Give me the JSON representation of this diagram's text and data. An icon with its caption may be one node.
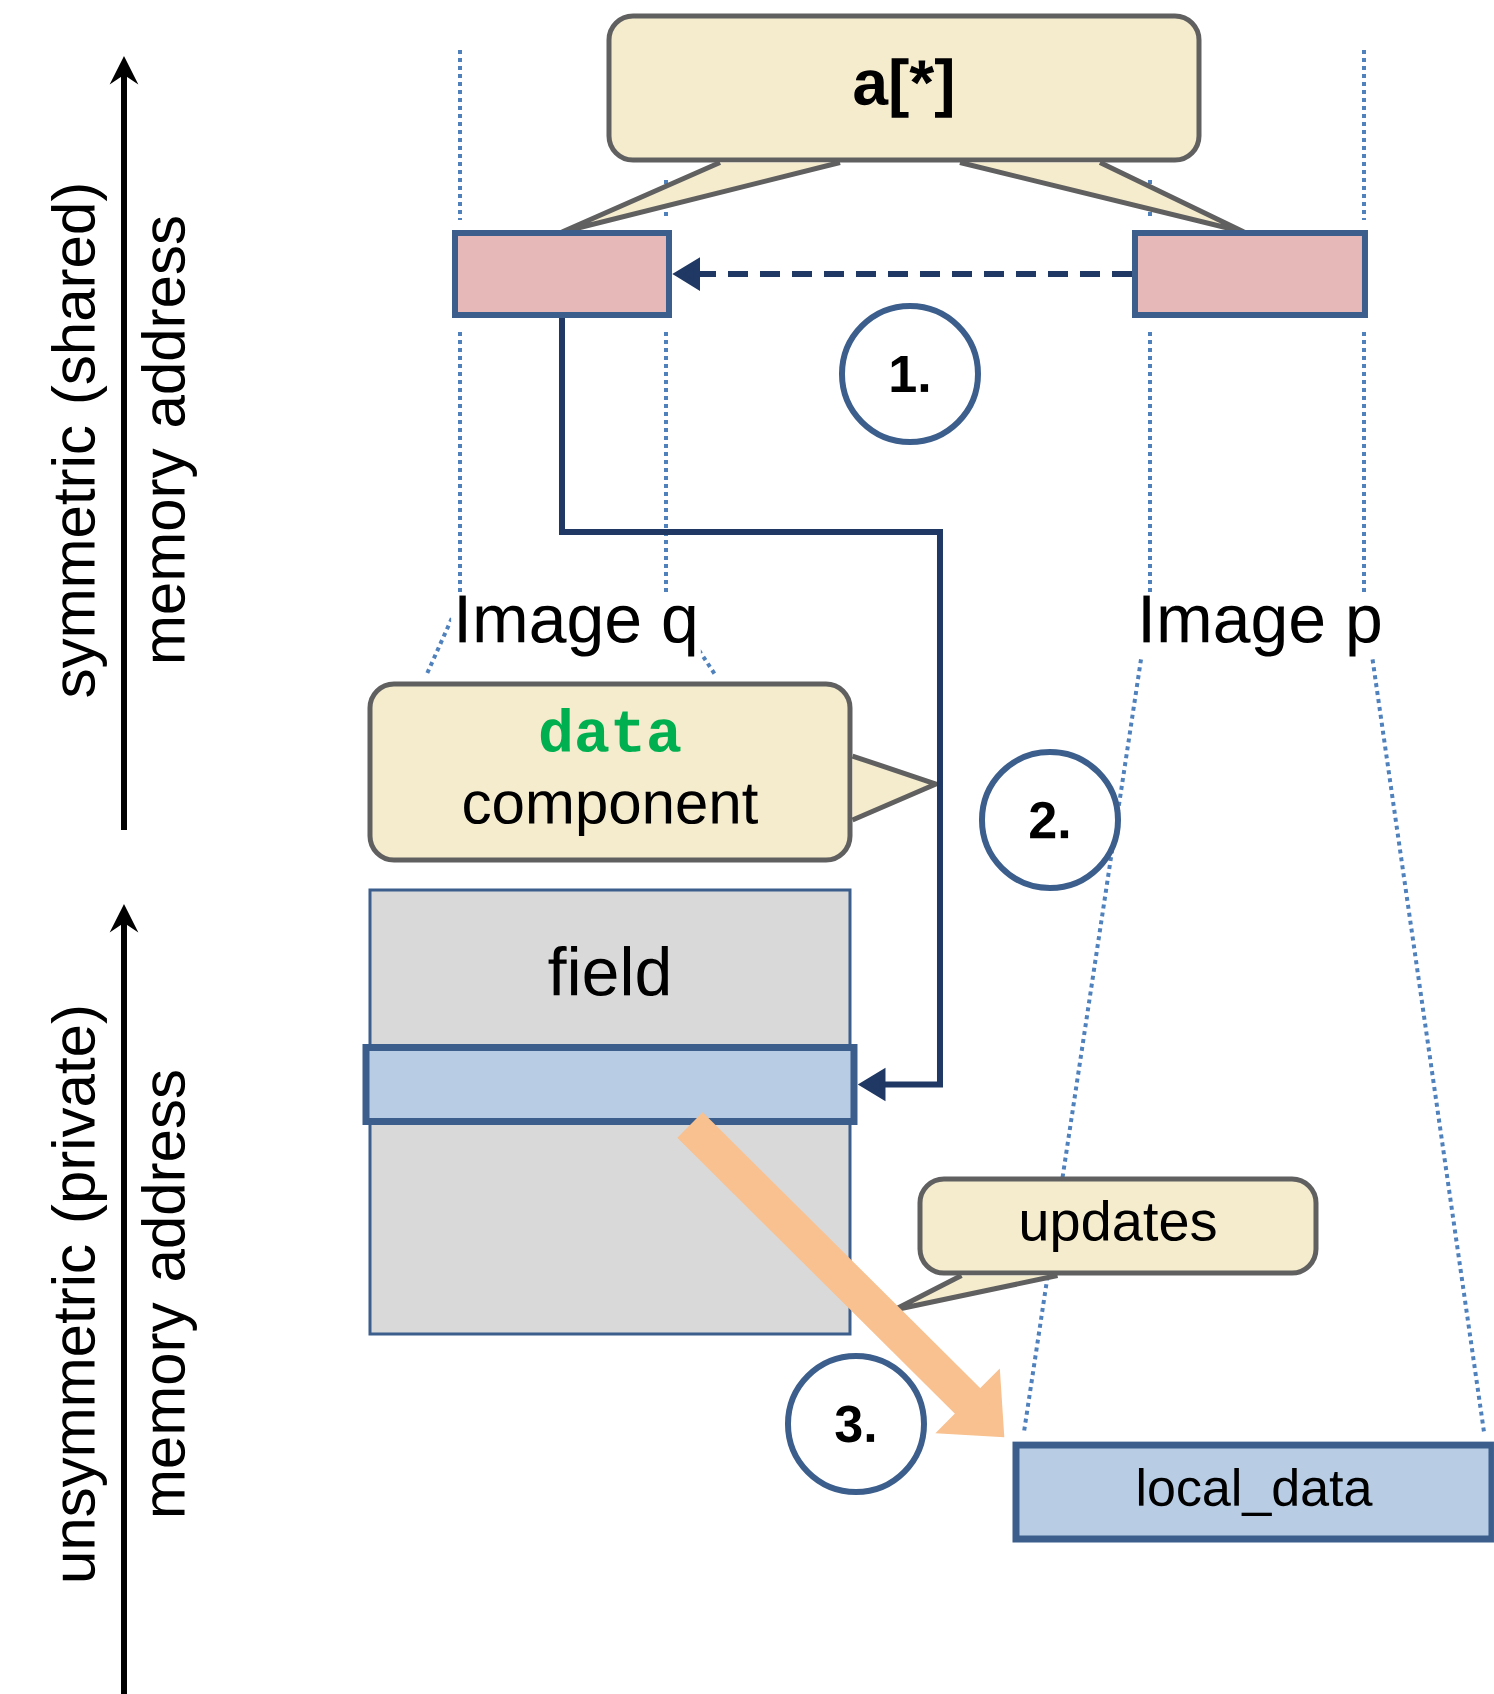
{
  "diagram": {
    "nodes": [
      {
        "text": [
          "a[*]"
        ]
      },
      {
        "text": [],
        "shape": "box"
      },
      {
        "text": [],
        "shape": "box"
      },
      {
        "text": [
          "1."
        ]
      },
      {
        "text": [
          "Image q"
        ]
      },
      {
        "text": [
          "Image p"
        ]
      },
      {
        "text": [
          "data",
          "component"
        ]
      },
      {
        "text": [
          "2."
        ]
      },
      {
        "text": [
          "field"
        ]
      },
      {
        "text": [],
        "shape": "box",
        "in": 8
      },
      {
        "text": [
          "updates"
        ]
      },
      {
        "text": [
          "3."
        ]
      },
      {
        "text": [
          "local_data"
        ]
      }
    ],
    "edges": [
      {
        "from": 2,
        "to": 1,
        "arrow": "to",
        "style": "dashed",
        "color": "#1f3864"
      },
      {
        "from": 1,
        "to": 9,
        "arrow": "to",
        "color": "#1f3864"
      },
      {
        "from": 9,
        "to": 12,
        "arrow": "to",
        "style": "thick",
        "color": "#f8c18f"
      }
    ],
    "labels": [
      "symmetric (shared) memory address",
      "unsymmetric (private) memory address"
    ]
  }
}
